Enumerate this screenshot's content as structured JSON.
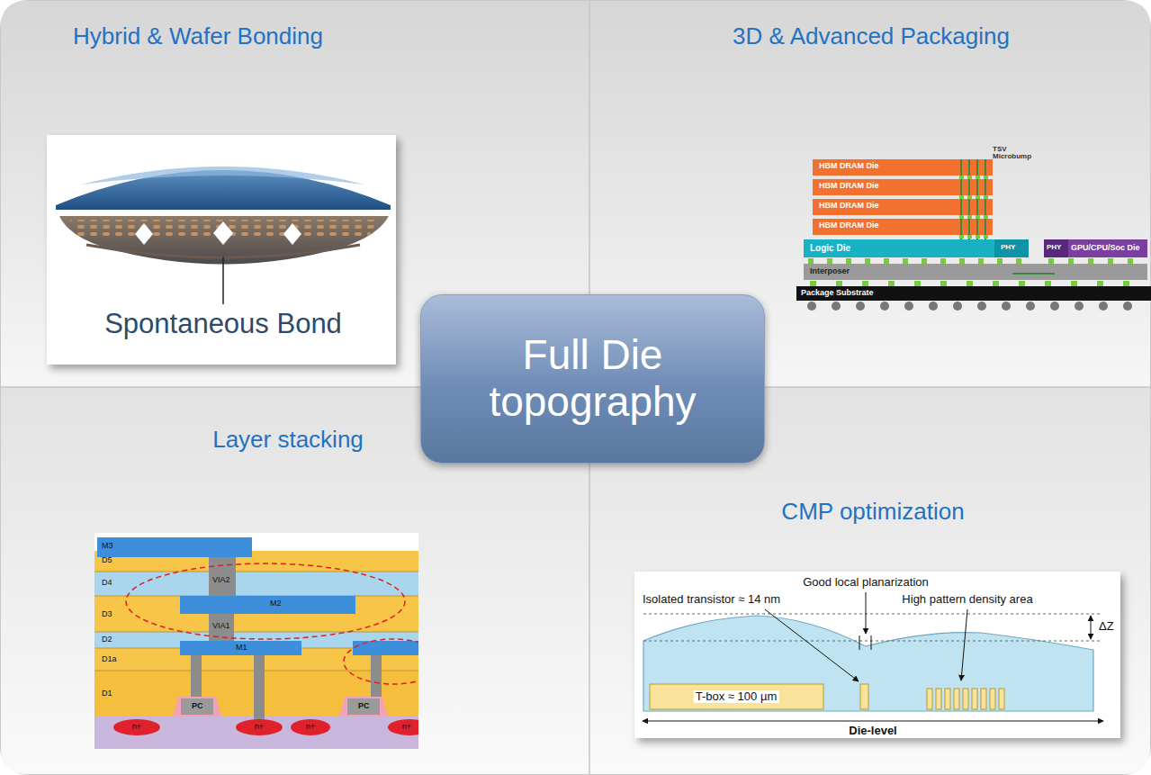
{
  "diagram": {
    "nodes": [
      {
        "text": [
          "Hybrid & Wafer Bonding"
        ]
      },
      {
        "text": [
          "3D & Advanced Packaging"
        ]
      },
      {
        "text": [
          "Layer stacking"
        ]
      },
      {
        "text": [
          "CMP optimization"
        ]
      },
      {
        "text": [
          "Full Die topography"
        ]
      }
    ],
    "labels": [
      "Spontaneous Bond",
      "HBM DRAM Die",
      "HBM DRAM Die",
      "HBM DRAM Die",
      "HBM DRAM Die",
      "TSV",
      "Microbump",
      "Logic Die",
      "PHY",
      "PHY",
      "GPU/CPU/Soc Die",
      "Interposer",
      "Package Substrate",
      "M3",
      "D5",
      "VIA2",
      "D4",
      "M2",
      "D3",
      "VIA1",
      "D2",
      "M1",
      "D1a",
      "D1",
      "PC",
      "PC",
      "n+",
      "n+",
      "n+",
      "n+",
      "Good local planarization",
      "Isolated transistor ≈ 14 nm",
      "High pattern density area",
      "ΔZ",
      "T-box ≈ 100 µm",
      "Die-level"
    ]
  }
}
